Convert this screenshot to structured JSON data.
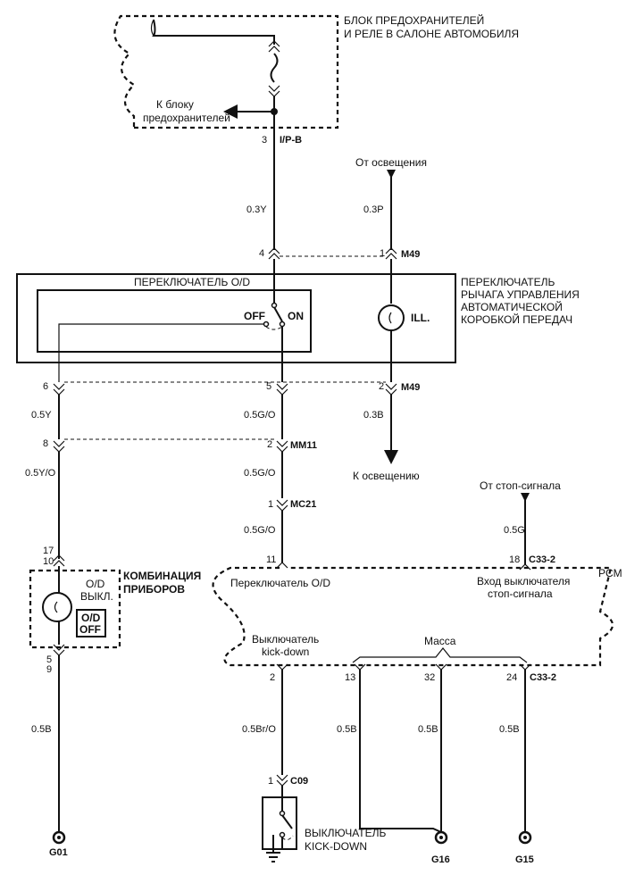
{
  "blocks": {
    "fuse_relay_box": [
      "БЛОК ПРЕДОХРАНИТЕЛЕЙ",
      "И РЕЛЕ В САЛОНЕ АВТОМОБИЛЯ"
    ],
    "to_fuse_block": [
      "К блоку",
      "предохранителей"
    ],
    "od_switch_inner": "ПЕРЕКЛЮЧАТЕЛЬ O/D",
    "shift_lever": [
      "ПЕРЕКЛЮЧАТЕЛЬ",
      "РЫЧАГА УПРАВЛЕНИЯ",
      "АВТОМАТИЧЕСКОЙ",
      "КОРОБКОЙ ПЕРЕДАЧ"
    ],
    "cluster": [
      "КОМБИНАЦИЯ",
      "ПРИБОРОВ"
    ],
    "pcm": "PCM",
    "pcm_od_input": "Переключатель O/D",
    "pcm_stop_input": [
      "Вход выключателя",
      "стоп-сигнала"
    ],
    "pcm_kickdown_input": [
      "Выключатель",
      "kick-down"
    ],
    "pcm_ground": "Масса",
    "kickdown_switch": [
      "ВЫКЛЮЧАТЕЛЬ",
      "KICK-DOWN"
    ]
  },
  "labels": {
    "from_lighting": "От освещения",
    "to_lighting": "К освещению",
    "from_stop": "От стоп-сигнала",
    "off": "OFF",
    "on": "ON",
    "ill": "ILL.",
    "od_lamp": [
      "O/D",
      "ВЫКЛ."
    ],
    "od_off_badge": [
      "O/D",
      "OFF"
    ]
  },
  "connectors": {
    "ipb": "I/P-B",
    "m49_top": "M49",
    "m49_bottom": "M49",
    "mm11": "MM11",
    "mc21": "MC21",
    "c33_2_top": "C33-2",
    "c33_2_bottom": "C33-2",
    "c09": "C09"
  },
  "pins": {
    "ipb_3": "3",
    "sw_4": "4",
    "m49_1": "1",
    "sw_6": "6",
    "sw_5": "5",
    "m49_2": "2",
    "mm11_8": "8",
    "mm11_2": "2",
    "mc21_1": "1",
    "cl_17": "17",
    "cl_10": "10",
    "pcm_11": "11",
    "pcm_18": "18",
    "cl_5": "5",
    "cl_9": "9",
    "pcm_2": "2",
    "pcm_13": "13",
    "pcm_32": "32",
    "pcm_24": "24",
    "c09_1": "1"
  },
  "wires": {
    "w_03y": "0.3Y",
    "w_03p": "0.3P",
    "w_05y": "0.5Y",
    "w_05go_a": "0.5G/O",
    "w_03b": "0.3B",
    "w_05yo": "0.5Y/O",
    "w_05go_b": "0.5G/O",
    "w_05go_c": "0.5G/O",
    "w_05g": "0.5G",
    "w_05b_a": "0.5B",
    "w_05bro": "0.5Br/O",
    "w_05b_b": "0.5B",
    "w_05b_c": "0.5B",
    "w_05b_d": "0.5B"
  },
  "grounds": {
    "g01": "G01",
    "g16": "G16",
    "g15": "G15"
  }
}
